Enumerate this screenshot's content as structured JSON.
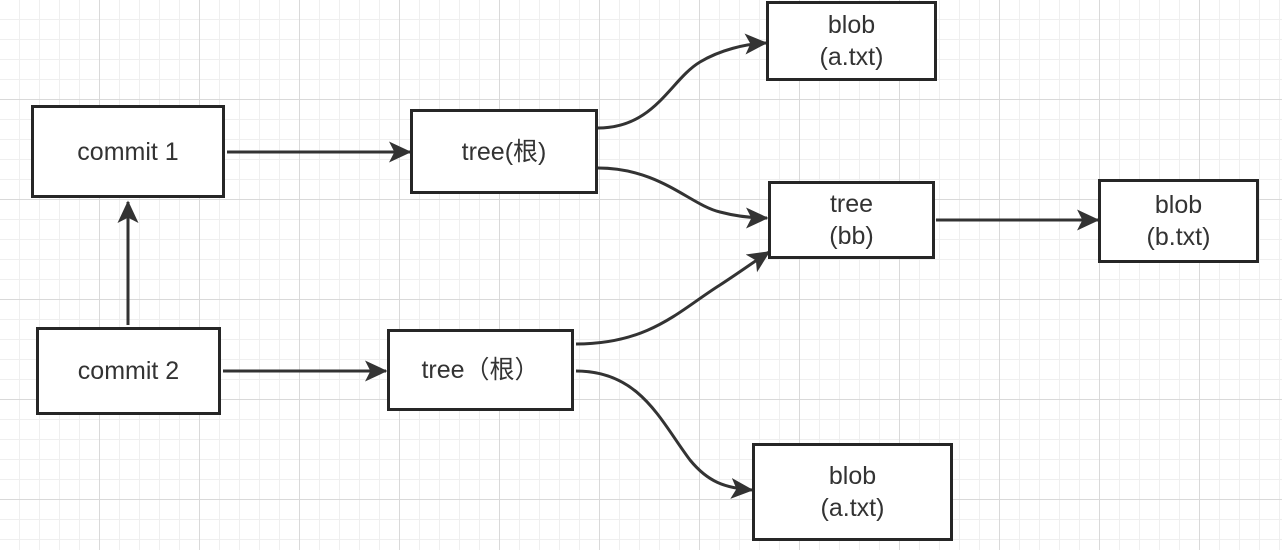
{
  "nodes": {
    "commit1": {
      "line1": "commit 1"
    },
    "commit2": {
      "line1": "commit 2"
    },
    "tree1": {
      "line1": "tree(根)"
    },
    "tree2": {
      "line1": "tree（根）"
    },
    "blob1": {
      "line1": "blob",
      "line2": "(a.txt)"
    },
    "tree_bb": {
      "line1": "tree",
      "line2": "(bb)"
    },
    "blob_b": {
      "line1": "blob",
      "line2": "(b.txt)"
    },
    "blob2": {
      "line1": "blob",
      "line2": "(a.txt)"
    }
  },
  "edges": [
    {
      "from": "commit1",
      "to": "tree1"
    },
    {
      "from": "commit2",
      "to": "commit1"
    },
    {
      "from": "commit2",
      "to": "tree2"
    },
    {
      "from": "tree1",
      "to": "blob1"
    },
    {
      "from": "tree1",
      "to": "tree_bb"
    },
    {
      "from": "tree2",
      "to": "tree_bb"
    },
    {
      "from": "tree2",
      "to": "blob2"
    },
    {
      "from": "tree_bb",
      "to": "blob_b"
    }
  ],
  "colors": {
    "node_border": "#262626",
    "node_text": "#333333",
    "edge": "#333333",
    "grid": "#d9d9d9"
  }
}
